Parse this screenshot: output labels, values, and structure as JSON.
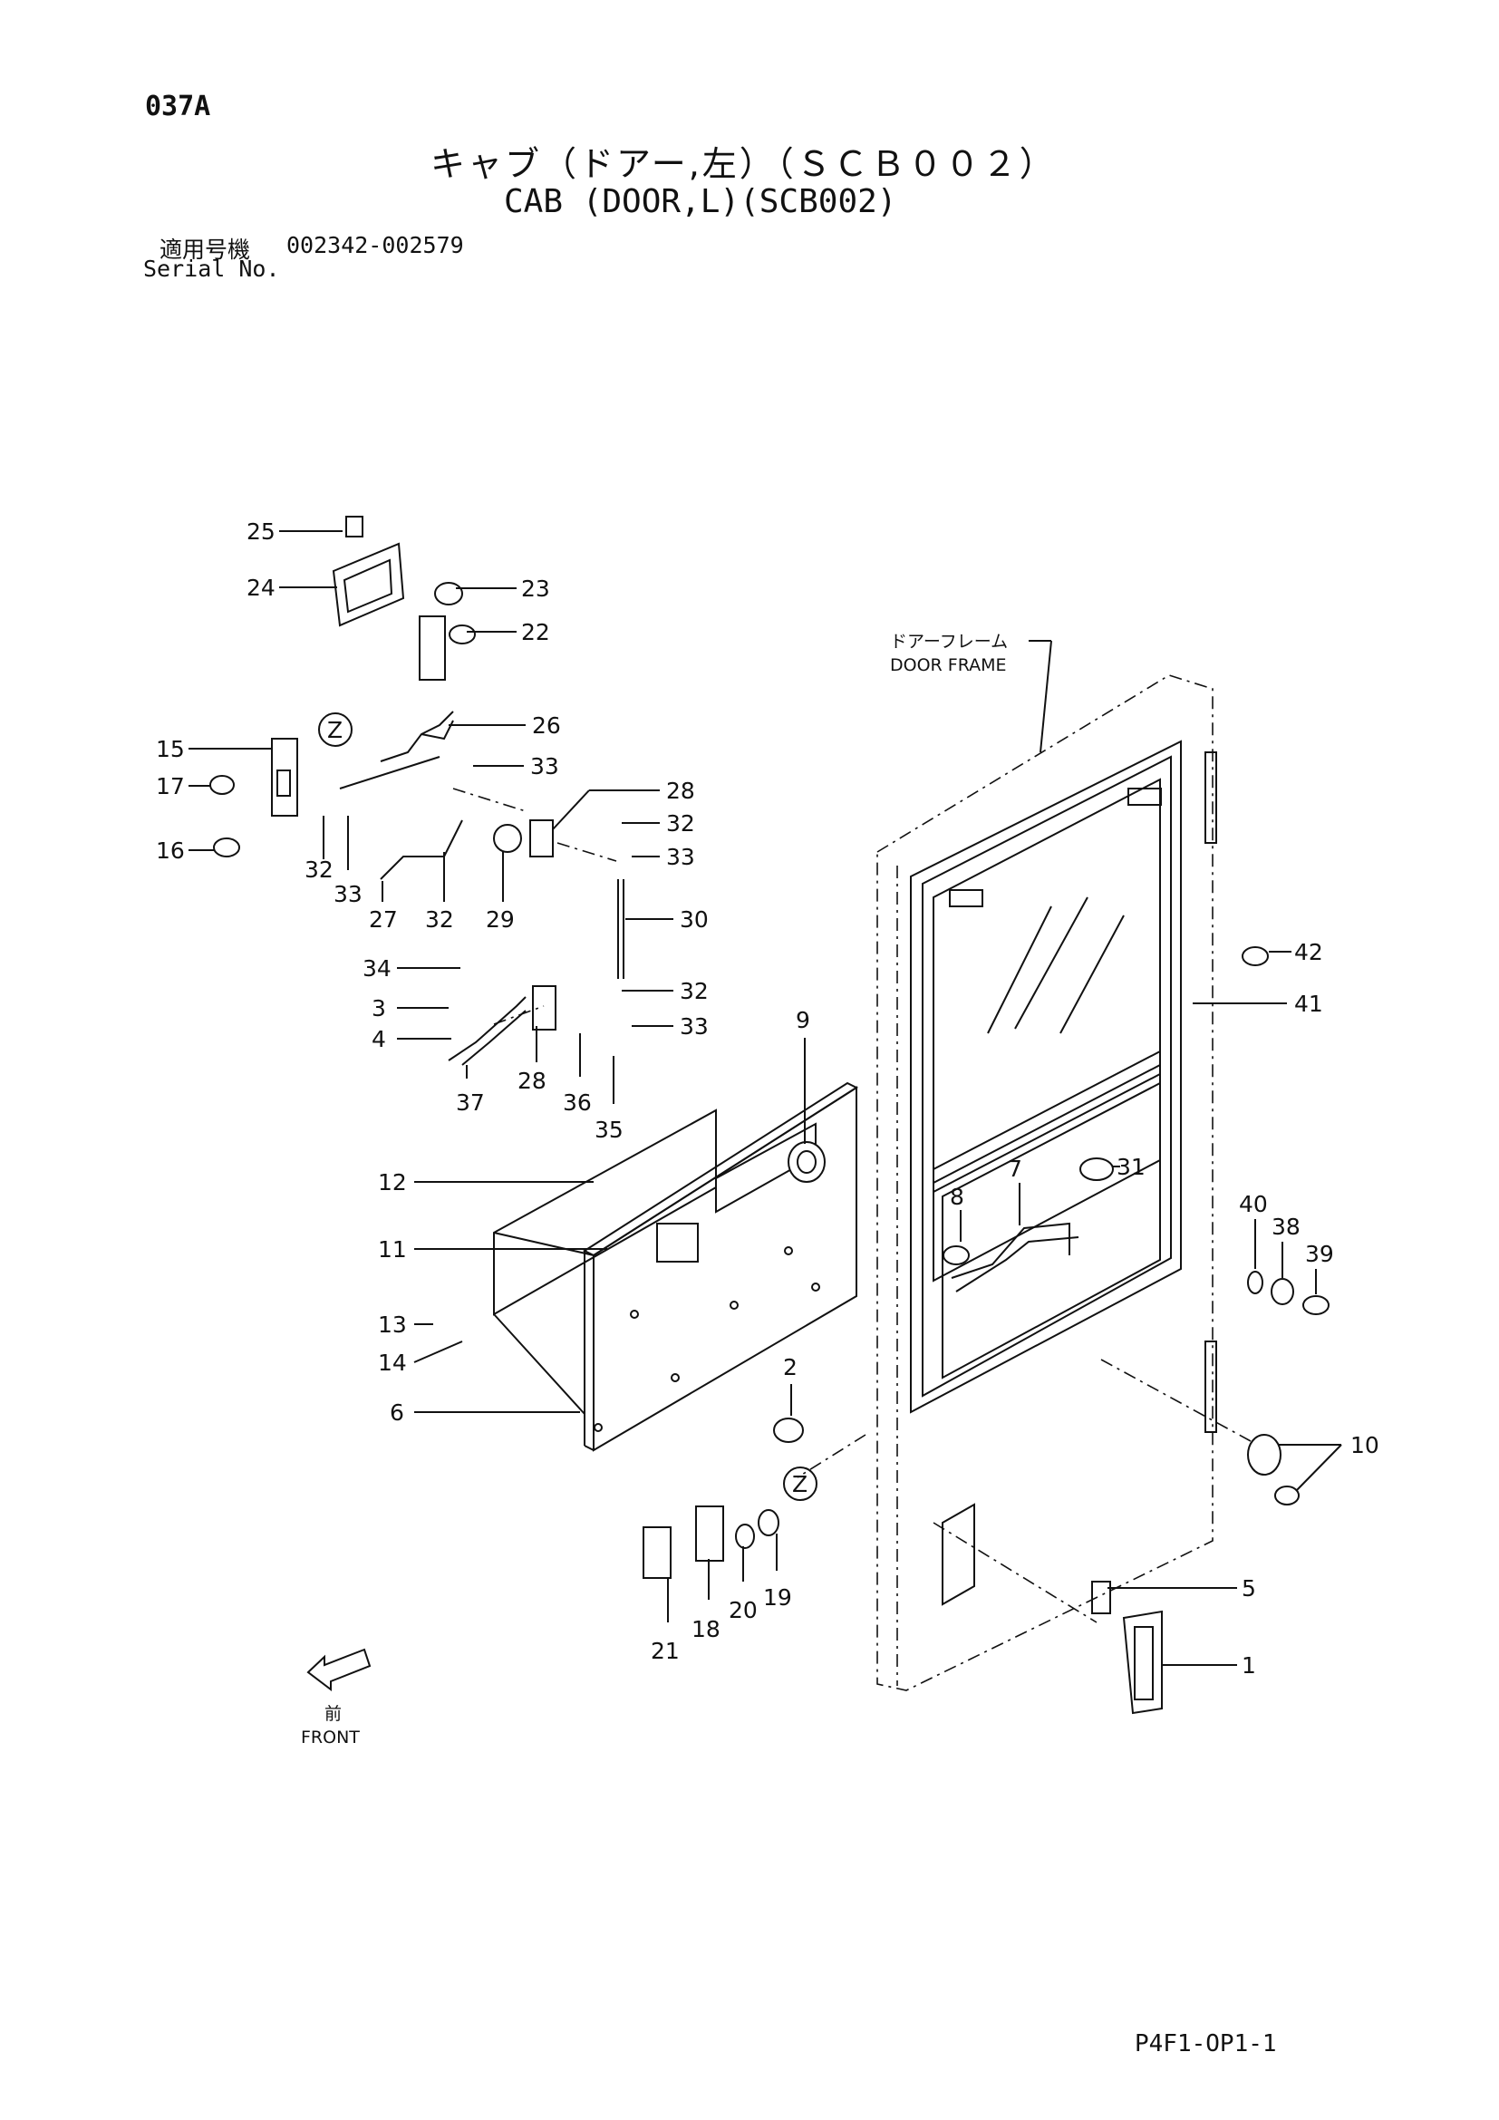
{
  "page_code": "037A",
  "title_jp": "キャブ（ドアー,左）（ＳＣＢ００２）",
  "title_en": "CAB (DOOR,L)(SCB002)",
  "serial": {
    "label_jp": "適用号機",
    "range": "002342-002579",
    "label_en": "Serial No."
  },
  "annotations": {
    "door_frame_jp": "ドアーフレーム",
    "door_frame_en": "DOOR FRAME",
    "front_jp": "前",
    "front_en": "FRONT",
    "detail_marker": "Z"
  },
  "callouts": [
    "25",
    "24",
    "23",
    "22",
    "26",
    "15",
    "17",
    "16",
    "33",
    "28",
    "32",
    "33",
    "32",
    "33",
    "27",
    "32",
    "29",
    "30",
    "34",
    "3",
    "4",
    "32",
    "33",
    "28",
    "36",
    "35",
    "37",
    "9",
    "12",
    "11",
    "13",
    "14",
    "6",
    "2",
    "21",
    "18",
    "20",
    "19",
    "42",
    "41",
    "7",
    "31",
    "8",
    "40",
    "38",
    "39",
    "10",
    "5",
    "1"
  ],
  "footer_code": "P4F1-OP1-1"
}
